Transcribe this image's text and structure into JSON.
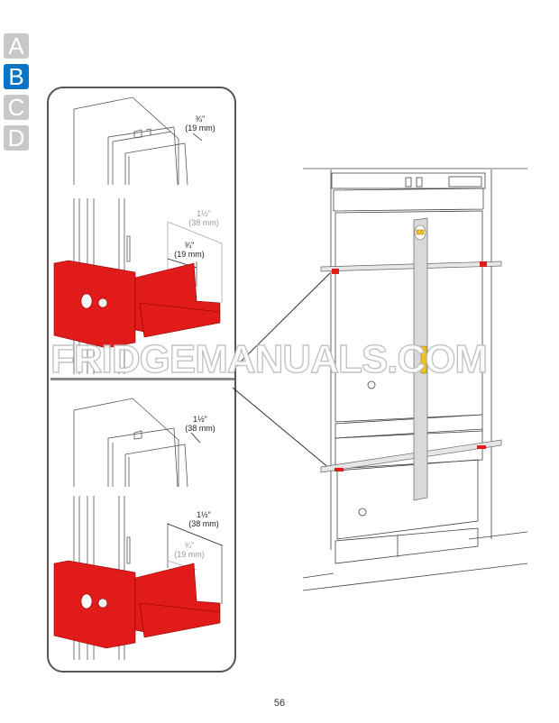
{
  "section_tabs": [
    {
      "label": "A",
      "active": false
    },
    {
      "label": "B",
      "active": true
    },
    {
      "label": "C",
      "active": false
    },
    {
      "label": "D",
      "active": false
    }
  ],
  "colors": {
    "active_tab": "#0a74c6",
    "inactive_tab": "#c8c8c8",
    "bracket_red": "#e11a1a",
    "level_yellow": "#f2c21b"
  },
  "detail_panel": {
    "top_view_1": {
      "dimension_fraction": "¾\"",
      "dimension_metric": "(19 mm)"
    },
    "bracket_view_1": {
      "outer_fraction": "1½\"",
      "outer_metric": "(38 mm)",
      "inner_fraction": "¾\"",
      "inner_metric": "(19 mm)"
    },
    "top_view_2": {
      "dimension_fraction": "1½\"",
      "dimension_metric": "(38 mm)"
    },
    "bracket_view_2": {
      "outer_fraction": "1½\"",
      "outer_metric": "(38 mm)",
      "inner_fraction": "¾\"",
      "inner_metric": "(19 mm)"
    }
  },
  "watermark": "FRIDGEMANUALS.COM",
  "page_number": "56"
}
